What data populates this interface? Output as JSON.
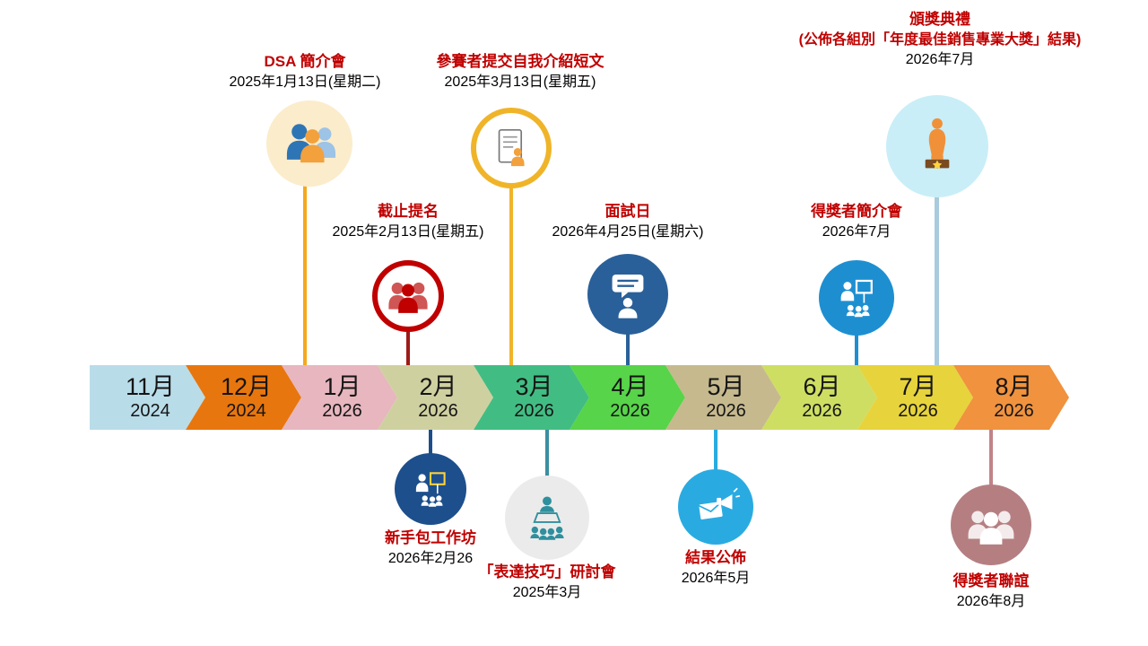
{
  "accent_color": "#c00000",
  "timeline": {
    "months": [
      {
        "label": "11月",
        "year": "2024",
        "color": "#b9dce9"
      },
      {
        "label": "12月",
        "year": "2024",
        "color": "#e8760e"
      },
      {
        "label": "1月",
        "year": "2026",
        "color": "#e7b6be"
      },
      {
        "label": "2月",
        "year": "2026",
        "color": "#cfd0a0"
      },
      {
        "label": "3月",
        "year": "2026",
        "color": "#41bd83"
      },
      {
        "label": "4月",
        "year": "2026",
        "color": "#57d449"
      },
      {
        "label": "5月",
        "year": "2026",
        "color": "#c6b98e"
      },
      {
        "label": "6月",
        "year": "2026",
        "color": "#cede62"
      },
      {
        "label": "7月",
        "year": "2026",
        "color": "#e7d33c"
      },
      {
        "label": "8月",
        "year": "2026",
        "color": "#f0923e"
      }
    ]
  },
  "events": [
    {
      "id": "dsa-briefing",
      "title": "DSA 簡介會",
      "date": "2025年1月13日(星期二)",
      "position": "above",
      "stem_color": "#f5a81c",
      "circle_color": "#fbeccb"
    },
    {
      "id": "nomination-deadline",
      "title": "截止提名",
      "date": "2025年2月13日(星期五)",
      "position": "above",
      "stem_color": "#9e1a1a",
      "circle_color": "#ffffff",
      "ring_color": "#c00000"
    },
    {
      "id": "essay-submission",
      "title": "參賽者提交自我介紹短文",
      "date": "2025年3月13日(星期五)",
      "position": "above",
      "stem_color": "#f0b429",
      "circle_color": "#ffffff",
      "ring_color": "#f0b429"
    },
    {
      "id": "interview-day",
      "title": "面試日",
      "date": "2026年4月25日(星期六)",
      "position": "above",
      "stem_color": "#2a6099",
      "circle_color": "#2a6099"
    },
    {
      "id": "awardee-briefing",
      "title": "得獎者簡介會",
      "date": "2026年7月",
      "position": "above",
      "stem_color": "#1d8fd1",
      "circle_color": "#1d8fd1"
    },
    {
      "id": "award-ceremony",
      "title": "頒獎典禮",
      "subtitle": "(公佈各組別「年度最佳銷售專業大獎」結果)",
      "date": "2026年7月",
      "position": "above",
      "stem_color": "#a9cbdd",
      "circle_color": "#c9eef7"
    },
    {
      "id": "starter-kit-workshop",
      "title": "新手包工作坊",
      "date": "2026年2月26",
      "position": "below",
      "stem_color": "#1c4f8c",
      "circle_color": "#1c4f8c"
    },
    {
      "id": "presentation-skills-seminar",
      "title": "「表達技巧」研討會",
      "date": "2025年3月",
      "position": "below",
      "stem_color": "#3a8fa0",
      "circle_color": "#ebebeb"
    },
    {
      "id": "results-announcement",
      "title": "結果公佈",
      "date": "2026年5月",
      "position": "below",
      "stem_color": "#29abe2",
      "circle_color": "#29abe2"
    },
    {
      "id": "awardee-gathering",
      "title": "得獎者聯誼",
      "date": "2026年8月",
      "position": "below",
      "stem_color": "#c08487",
      "circle_color": "#b57f82"
    }
  ]
}
